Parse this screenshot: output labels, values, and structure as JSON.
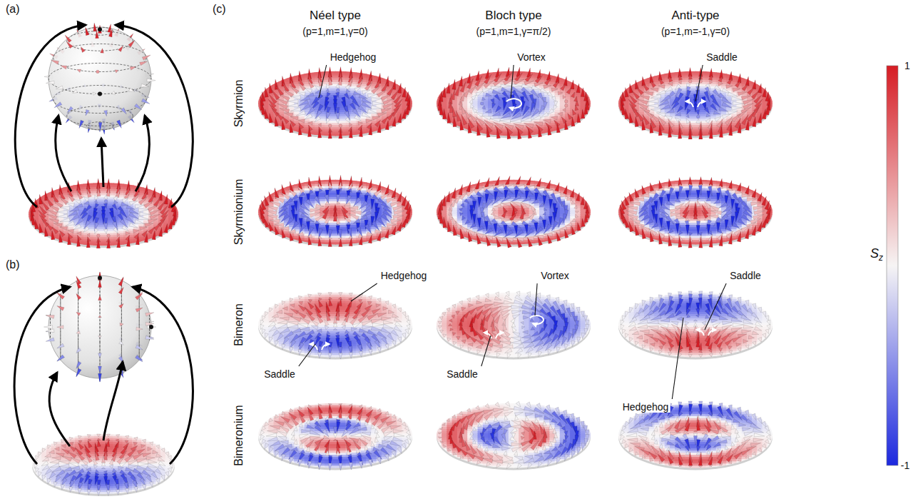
{
  "diagram": {
    "labels": [
      "(a)",
      "(b)",
      "(c)",
      "Néel type",
      "(p=1,m=1,γ=0)",
      "Bloch type",
      "(p=1,m=1,γ=π/2)",
      "Anti-type",
      "(p=1,m=-1,γ=0)",
      "Skyrmion",
      "Skyrmionium",
      "Bimeron",
      "Bimeronium",
      "Hedgehog",
      "Vortex",
      "Saddle",
      "Hedgehog",
      "Saddle",
      "Vortex",
      "Saddle",
      "Saddle",
      "Hedgehog",
      "1",
      "S",
      "z",
      "-1"
    ]
  }
}
